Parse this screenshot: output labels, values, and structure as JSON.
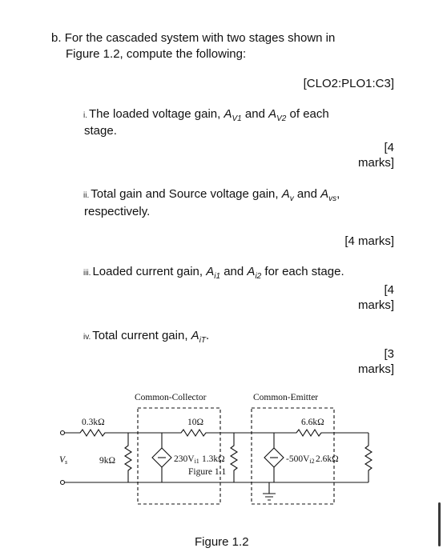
{
  "question": {
    "label": "b.",
    "line1": "For the cascaded system with two stages shown in",
    "line2": "Figure 1.2, compute the following:",
    "clo": "[CLO2:PLO1:C3]"
  },
  "parts": [
    {
      "num": "i.",
      "pre": "The loaded voltage gain, ",
      "sym1": "A",
      "sub1": "V1",
      "mid": " and ",
      "sym2": "A",
      "sub2": "V2",
      "post": " of each",
      "line2": "stage.",
      "marks_line1": "[4",
      "marks_line2": "marks]"
    },
    {
      "num": "ii.",
      "pre": "Total gain and Source voltage gain, ",
      "sym1": "A",
      "sub1": "v",
      "mid": " and ",
      "sym2": "A",
      "sub2": "vs",
      "post": ",",
      "line2": "respectively.",
      "marks": "[4 marks]"
    },
    {
      "num": "iii.",
      "pre": "Loaded current gain, ",
      "sym1": "A",
      "sub1": "i1",
      "mid": " and ",
      "sym2": "A",
      "sub2": "i2",
      "post": " for each stage.",
      "marks_line1": "[4",
      "marks_line2": "marks]"
    },
    {
      "num": "iv.",
      "pre": "Total current gain, ",
      "sym1": "A",
      "sub1": "iT",
      "post": ".",
      "marks_line1": "[3",
      "marks_line2": "marks]"
    }
  ],
  "circuit": {
    "stage1_label": "Common-Collector",
    "stage2_label": "Common-Emitter",
    "r_source": "0.3kΩ",
    "r_in1": "9kΩ",
    "r_out1": "10Ω",
    "source1": "230V",
    "source1_sub": "i1",
    "r_load1": "1.3kΩ",
    "inner_caption": "Figure 1.1",
    "r_out2": "6.6kΩ",
    "source2": "-500V",
    "source2_sub": "i2",
    "r_load2": "2.6kΩ",
    "vs_label": "V",
    "vs_sub": "s"
  },
  "figure_caption": "Figure 1.2"
}
